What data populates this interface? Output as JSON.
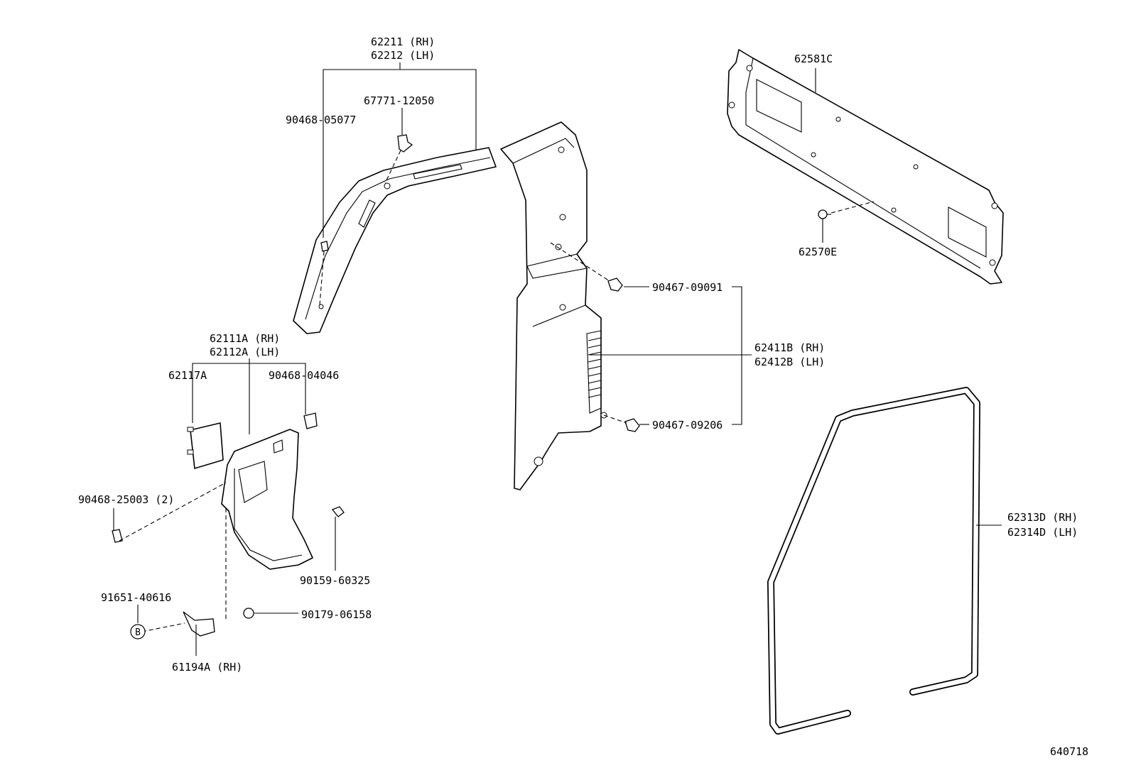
{
  "labels": {
    "p62211": "62211 (RH)",
    "p62212": "62212 (LH)",
    "p67771": "67771-12050",
    "p90468_05077": "90468-05077",
    "p62581C": "62581C",
    "p62570E": "62570E",
    "p90467_09091": "90467-09091",
    "p62411B": "62411B (RH)",
    "p62412B": "62412B (LH)",
    "p90467_09206": "90467-09206",
    "p62111A": "62111A (RH)",
    "p62112A": "62112A (LH)",
    "p62117A": "62117A",
    "p90468_04046": "90468-04046",
    "p90468_25003": "90468-25003 (2)",
    "p90159_60325": "90159-60325",
    "p91651_40616": "91651-40616",
    "p90179_06158": "90179-06158",
    "p61194A": "61194A (RH)",
    "p62313D": "62313D (RH)",
    "p62314D": "62314D (LH)",
    "ref_b": "B",
    "diagram_id": "640718"
  }
}
